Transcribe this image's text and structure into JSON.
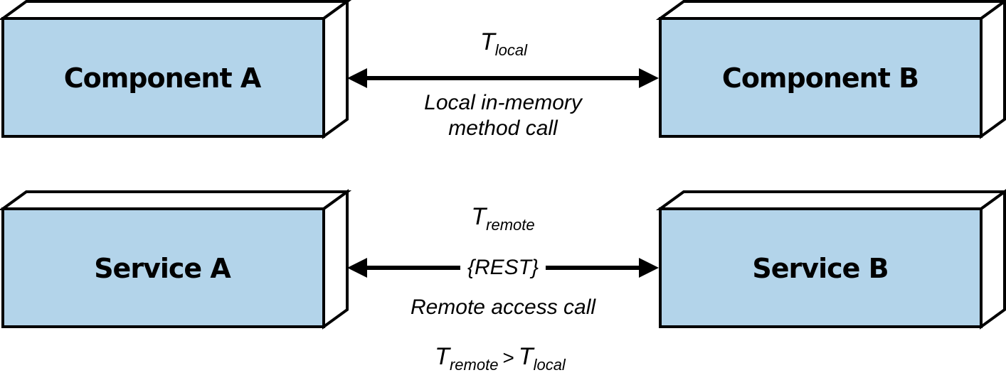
{
  "components": {
    "a": {
      "label": "Component A"
    },
    "b": {
      "label": "Component B"
    }
  },
  "services": {
    "a": {
      "label": "Service A"
    },
    "b": {
      "label": "Service B"
    }
  },
  "local_call": {
    "time_symbol": "T",
    "time_subscript": "local",
    "description_line1": "Local in-memory",
    "description_line2": "method call"
  },
  "remote_call": {
    "time_symbol": "T",
    "time_subscript": "remote",
    "protocol": "{REST}",
    "description": "Remote access call"
  },
  "comparison": {
    "left_symbol": "T",
    "left_subscript": "remote",
    "operator": ">",
    "right_symbol": "T",
    "right_subscript": "local"
  },
  "colors": {
    "box_front": "#b3d4ea",
    "box_side": "#ffffff",
    "stroke": "#000000"
  }
}
